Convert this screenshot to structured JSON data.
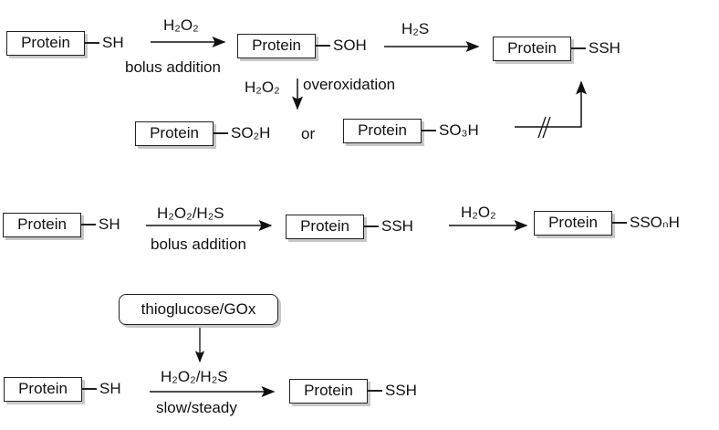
{
  "box_label": "Protein",
  "scheme1": {
    "reactant_group": "SH",
    "step1_reagent": "H₂O₂",
    "step1_condition": "bolus addition",
    "intermediate_group": "SOH",
    "step2_reagent": "H₂S",
    "product_group": "SSH",
    "overox_reagent": "H₂O₂",
    "overox_label": "overoxidation",
    "sulfinic_group": "SO₂H",
    "or_label": "or",
    "sulfonic_group": "SO₃H"
  },
  "scheme2": {
    "reactant_group": "SH",
    "step1_reagent": "H₂O₂/H₂S",
    "step1_condition": "bolus addition",
    "intermediate_group": "SSH",
    "step2_reagent": "H₂O₂",
    "product_group": "SSOₙH"
  },
  "scheme3": {
    "source_label": "thioglucose/GOx",
    "reactant_group": "SH",
    "reagent": "H₂O₂/H₂S",
    "condition": "slow/steady",
    "product_group": "SSH"
  }
}
